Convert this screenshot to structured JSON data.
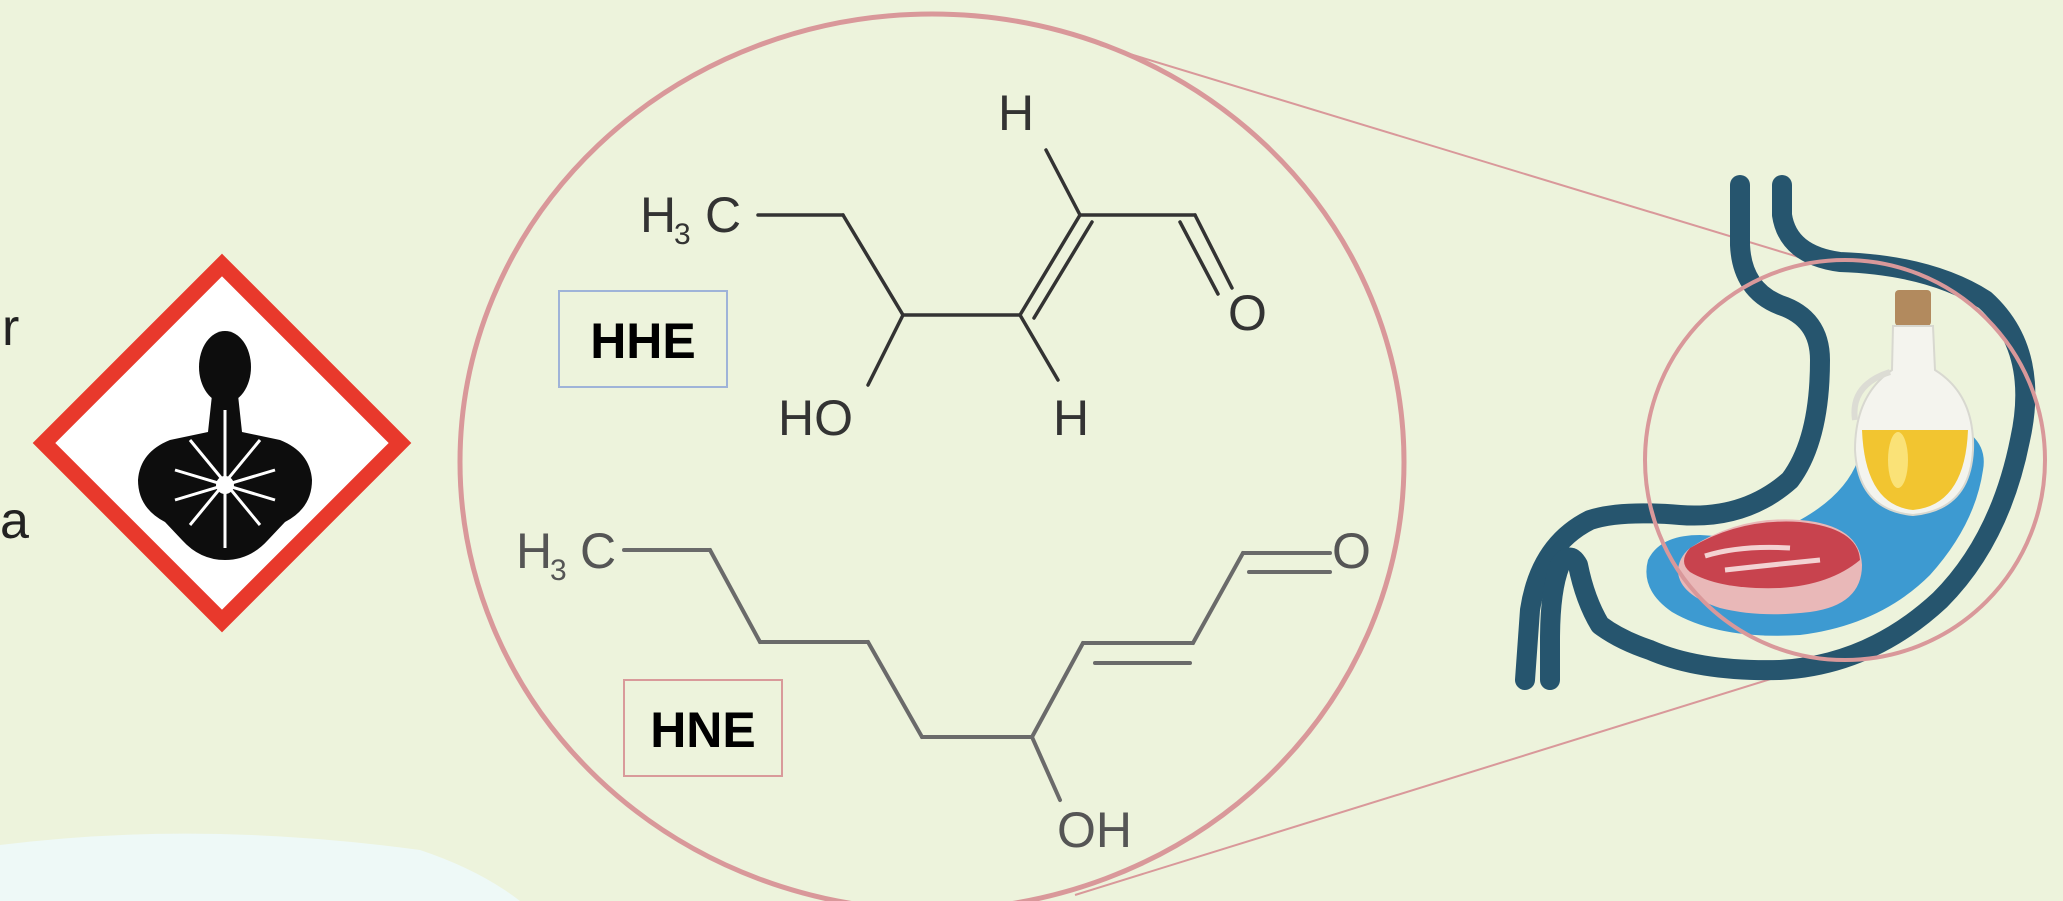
{
  "partial_text": {
    "line1": "r",
    "line2": "a"
  },
  "hazard_pictogram": {
    "name": "health-hazard-pictogram",
    "border_color": "#e8392c"
  },
  "zoom_circle_color": "#d9989a",
  "molecules": {
    "hhe": {
      "label": "HHE",
      "box_color": "#9fb3d8",
      "atoms": {
        "ch3": "H",
        "ch3_sub": "3",
        "ch3_c": "C",
        "h_top": "H",
        "h_bottom": "H",
        "oh": "HO",
        "o": "O"
      }
    },
    "hne": {
      "label": "HNE",
      "box_color": "#d99a9a",
      "atoms": {
        "ch3": "H",
        "ch3_sub": "3",
        "ch3_c": "C",
        "o": "O",
        "oh": "OH"
      }
    }
  },
  "stomach_illustration": {
    "outline_color": "#26556e",
    "contents_color": "#3d9ad1",
    "items": [
      "oil bottle",
      "raw meat"
    ]
  }
}
